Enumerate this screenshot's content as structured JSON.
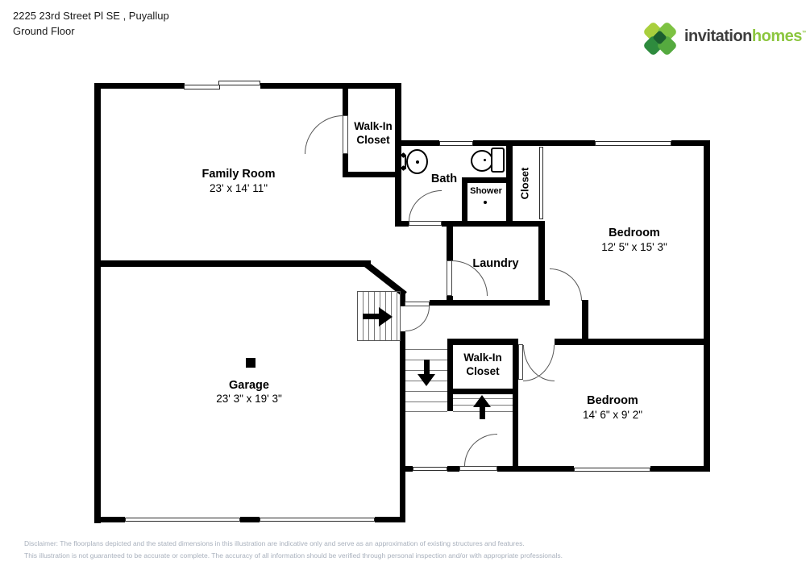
{
  "header": {
    "address": "2225 23rd Street Pl SE , Puyallup",
    "floor": "Ground Floor"
  },
  "logo": {
    "word1": "invitation",
    "word2": "homes",
    "trademark": "™",
    "colors": {
      "petal_light": "#a9cf3d",
      "petal_mid": "#7dc242",
      "petal_dark": "#2e8b3e",
      "petal_deep": "#55aa3f",
      "center": "#1b5e2f",
      "word1_color": "#3e3e3e",
      "word2_color": "#8cc63f"
    }
  },
  "rooms": {
    "family_room": {
      "name": "Family Room",
      "dims": "23' x 14' 11\""
    },
    "walkin_top": {
      "line1": "Walk-In",
      "line2": "Closet"
    },
    "bath": {
      "name": "Bath"
    },
    "shower": {
      "name": "Shower"
    },
    "closet": {
      "name": "Closet"
    },
    "bedroom1": {
      "name": "Bedroom",
      "dims": "12' 5\" x 15' 3\""
    },
    "laundry": {
      "name": "Laundry"
    },
    "garage": {
      "name": "Garage",
      "dims": "23' 3\" x 19' 3\""
    },
    "walkin_mid": {
      "line1": "Walk-In",
      "line2": "Closet"
    },
    "bedroom2": {
      "name": "Bedroom",
      "dims": "14' 6\" x 9' 2\""
    }
  },
  "disclaimer": {
    "line1": "Disclaimer: The floorplans depicted and the stated dimensions in this illustration are indicative only and serve as an approximation of existing structures and features.",
    "line2": "This illustration is not guaranteed to be accurate or complete. The accuracy of all information should be verified through personal inspection and/or with appropriate professionals."
  }
}
